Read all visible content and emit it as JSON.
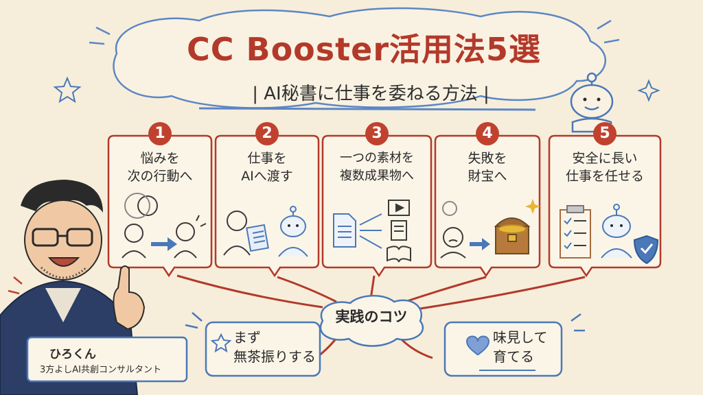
{
  "title": "CC Booster活用法5選",
  "subtitle": "| AI秘書に仕事を委ねる方法 |",
  "steps": [
    {
      "num": "1",
      "text": "悩みを\n次の行動へ"
    },
    {
      "num": "2",
      "text": "仕事を\nAIへ渡す"
    },
    {
      "num": "3",
      "text": "一つの素材を\n複数成果物へ"
    },
    {
      "num": "4",
      "text": "失敗を\n財宝へ"
    },
    {
      "num": "5",
      "text": "安全に長い\n仕事を任せる"
    }
  ],
  "center": {
    "label": "実践のコツ"
  },
  "tips": [
    {
      "text": "まず\n無茶振りする",
      "icon": "star-icon"
    },
    {
      "text": "味見して\n育てる",
      "icon": "heart-icon"
    }
  ],
  "person": {
    "name": "ひろくん",
    "role": "3方よしAI共創コンサルタント"
  },
  "colors": {
    "background": "#f6eedb",
    "accent_red": "#b3392a",
    "accent_blue": "#4a78b8"
  }
}
